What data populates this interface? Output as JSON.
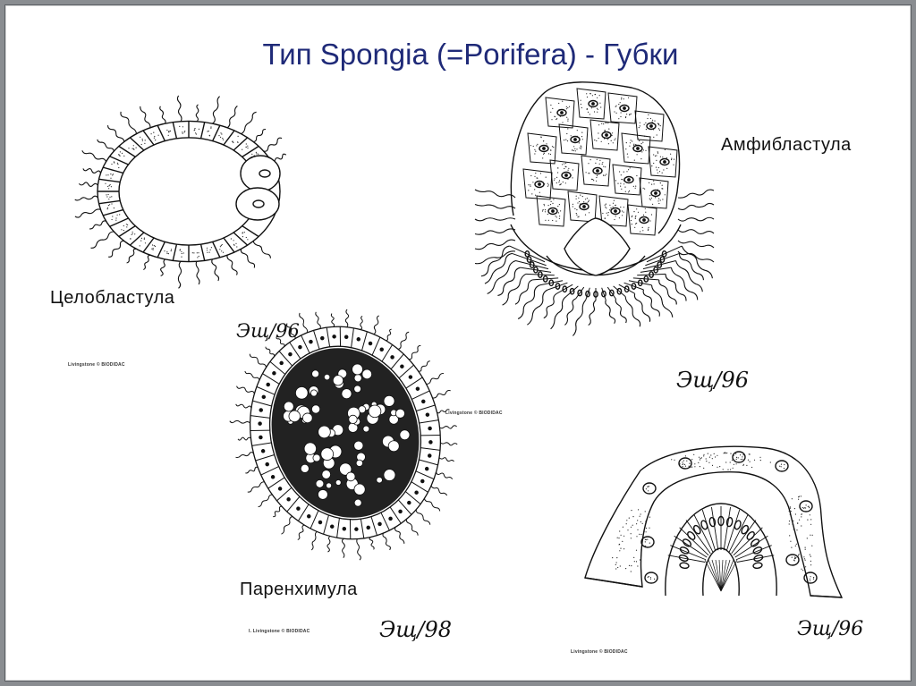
{
  "slide": {
    "title": "Тип Spongia (=Porifera) - Губки",
    "title_color": "#1f2a78"
  },
  "figures": {
    "coeloblastula": {
      "label": "Целобластула",
      "credit": "Livingstone © BIODIDAC"
    },
    "amphiblastula": {
      "label": "Амфибластула",
      "signature": "Эщ/96"
    },
    "parenchymula": {
      "label": "Паренхимула",
      "credit_side": "Livingstone © BIODIDAC",
      "credit_bottom": "I. Livingstone © BIODIDAC",
      "signature_top": "Эщ/96",
      "signature_bottom": "Эщ/98"
    },
    "sponge_section": {
      "credit": "Livingstone © BIODIDAC",
      "signature": "Эщ/96"
    }
  }
}
